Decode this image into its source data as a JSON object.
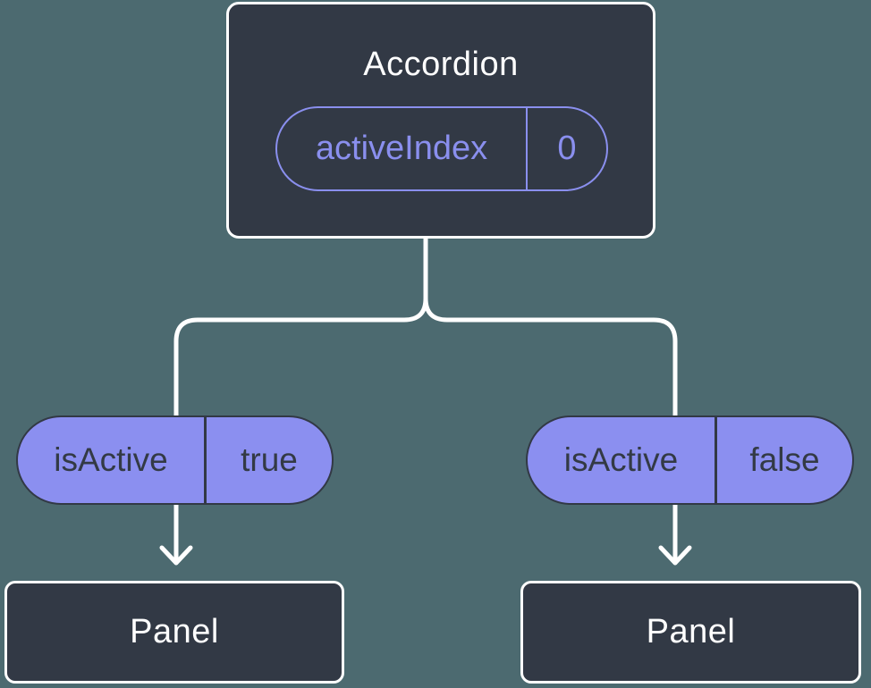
{
  "colors": {
    "background": "#4C6A70",
    "node_fill": "#323945",
    "node_border": "#FFFFFF",
    "accent_purple": "#8B8FF0",
    "pill_outline_purple": "#8A8FEE",
    "pill_text_dark": "#333A45",
    "connector": "#FFFFFF"
  },
  "tree": {
    "root": {
      "label": "Accordion",
      "state": {
        "name": "activeIndex",
        "value": "0"
      }
    },
    "branches": [
      {
        "prop": {
          "name": "isActive",
          "value": "true"
        },
        "child": {
          "label": "Panel"
        }
      },
      {
        "prop": {
          "name": "isActive",
          "value": "false"
        },
        "child": {
          "label": "Panel"
        }
      }
    ]
  }
}
